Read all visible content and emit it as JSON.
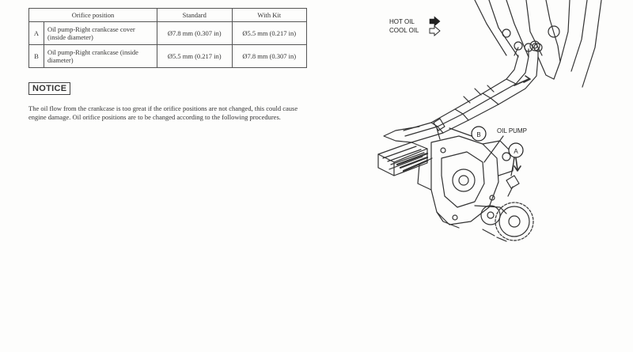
{
  "table": {
    "headers": [
      "Orifice position",
      "Standard",
      "With Kit"
    ],
    "rows": [
      {
        "id": "A",
        "position": "Oil pump-Right crankcase cover (inside diameter)",
        "standard": "Ø7.8 mm (0.307 in)",
        "with_kit": "Ø5.5 mm (0.217 in)"
      },
      {
        "id": "B",
        "position": "Oil pump-Right crankcase (inside diameter)",
        "standard": "Ø5.5 mm (0.217 in)",
        "with_kit": "Ø7.8 mm (0.307 in)"
      }
    ]
  },
  "notice": {
    "heading": "NOTICE",
    "text": "The oil flow from the crankcase is too great if the orifice positions are not changed, this could cause engine damage. Oil orifice positions are to be changed according to the following procedures."
  },
  "diagram": {
    "legend_hot": "HOT OIL",
    "legend_cool": "COOL OIL",
    "label_pump": "OIL PUMP",
    "callout_a": "A",
    "callout_b": "B"
  }
}
